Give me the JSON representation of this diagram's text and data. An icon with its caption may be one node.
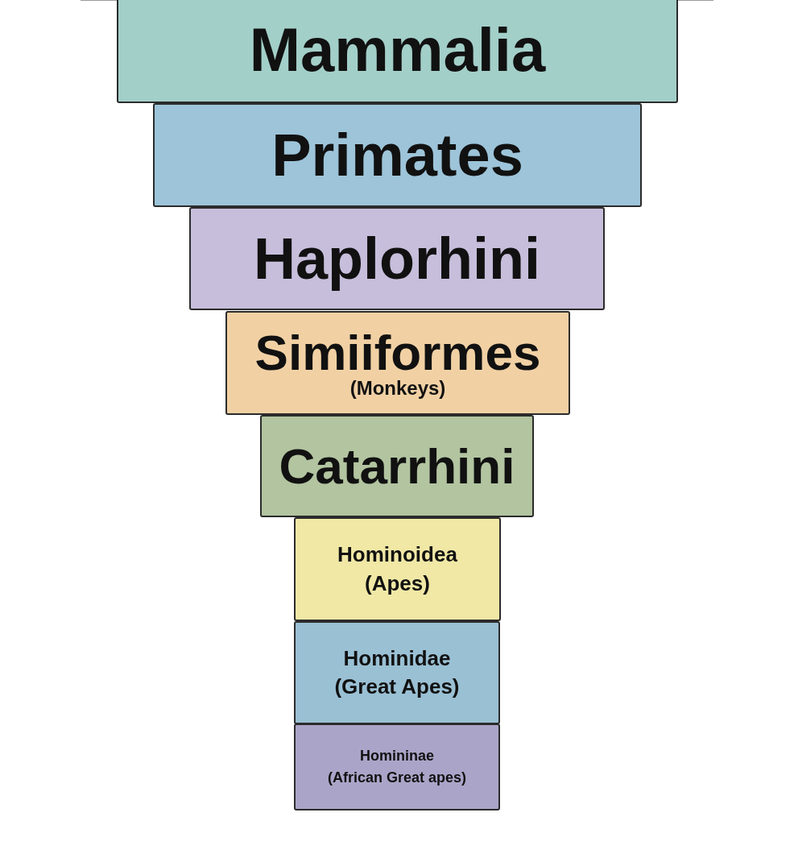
{
  "diagram": {
    "nodes": [
      {
        "text": [
          "Mammalia"
        ]
      },
      {
        "text": [
          "Primates"
        ]
      },
      {
        "text": [
          "Haplorhini"
        ]
      },
      {
        "text": [
          "Simiiformes",
          "(Monkeys)"
        ]
      },
      {
        "text": [
          "Catarrhini"
        ]
      },
      {
        "text": [
          "Hominoidea",
          "(Apes)"
        ]
      },
      {
        "text": [
          "Hominidae",
          "(Great Apes)"
        ]
      },
      {
        "text": [
          "Homininae",
          "(African Great apes)"
        ]
      }
    ]
  }
}
